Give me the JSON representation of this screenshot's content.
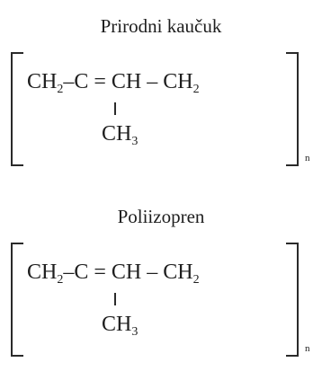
{
  "structures": [
    {
      "title": "Prirodni kaučuk",
      "main_chain": [
        "CH",
        "2",
        "–",
        "C",
        " = CH – CH",
        "2"
      ],
      "branch": [
        "CH",
        "3"
      ],
      "repeat_index": "n"
    },
    {
      "title": "Poliizopren",
      "main_chain": [
        "CH",
        "2",
        "–",
        "C",
        " = CH – CH",
        "2"
      ],
      "branch": [
        "CH",
        "3"
      ],
      "repeat_index": "n"
    }
  ]
}
